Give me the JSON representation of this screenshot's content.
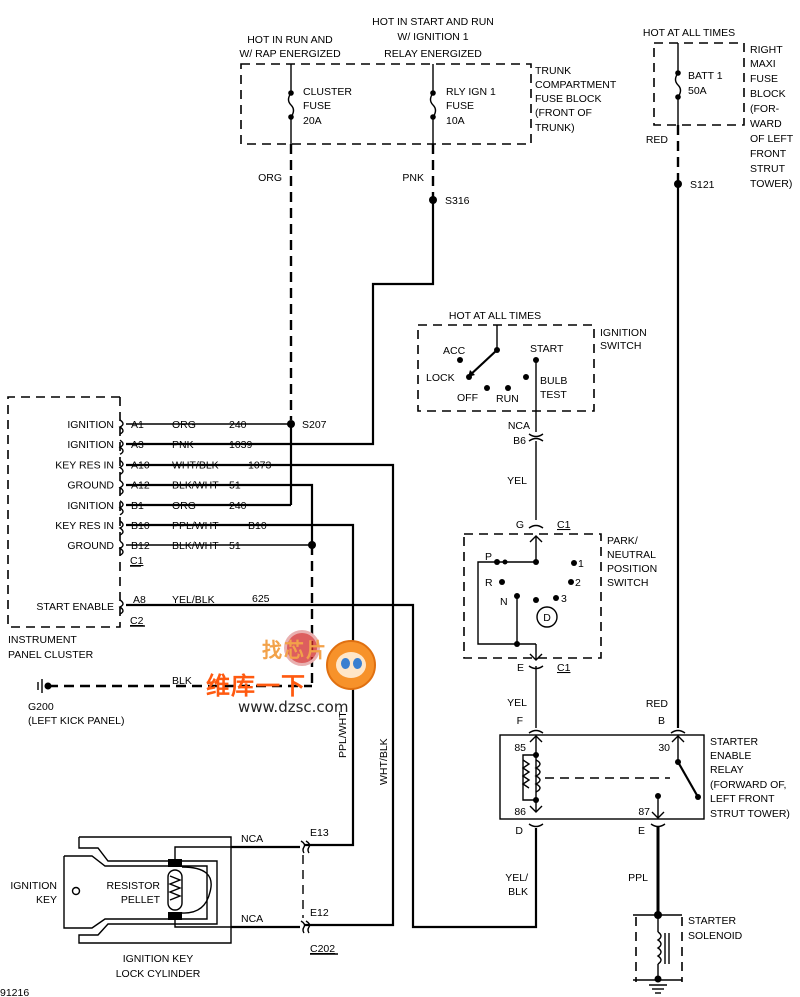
{
  "diagram": {
    "title": "Starter Enable / Ignition Key Resistor Circuit",
    "figure_id": "91216",
    "fuse_block_trunk": {
      "cluster_header": [
        "HOT IN RUN AND",
        "W/ RAP ENERGIZED"
      ],
      "rly_header": [
        "HOT IN START AND RUN",
        "W/ IGNITION 1",
        "RELAY  ENERGIZED"
      ],
      "cluster_fuse": [
        "CLUSTER",
        "FUSE",
        "20A"
      ],
      "rly_fuse": [
        "RLY IGN 1",
        "FUSE",
        "10A"
      ],
      "label": [
        "TRUNK",
        "COMPARTMENT",
        "FUSE BLOCK",
        "(FRONT OF",
        "TRUNK)"
      ]
    },
    "fuse_block_maxi": {
      "header": "HOT AT ALL TIMES",
      "fuse": [
        "BATT 1",
        "50A"
      ],
      "label": [
        "RIGHT",
        "MAXI",
        "FUSE",
        "BLOCK",
        "(FOR-",
        "WARD",
        "OF LEFT",
        "FRONT",
        "STRUT",
        "TOWER)"
      ]
    },
    "wire_colors": {
      "org": "ORG",
      "pnk": "PNK",
      "red": "RED",
      "yel": "YEL",
      "yel_blk": [
        "YEL/",
        "BLK"
      ],
      "ppl": "PPL",
      "blk": "BLK",
      "ppl_wht_vert": "PPL/WHT",
      "wht_blk_vert": "WHT/BLK",
      "red2": "RED",
      "yel2": "YEL"
    },
    "splices": {
      "s316": "S316",
      "s121": "S121",
      "s207": "S207"
    },
    "ignition_switch": {
      "header": "HOT AT ALL TIMES",
      "label": [
        "IGNITION",
        "SWITCH"
      ],
      "positions": {
        "acc": "ACC",
        "lock": "LOCK",
        "off": "OFF",
        "run": "RUN",
        "start": "START",
        "bulb_test": [
          "BULB",
          "TEST"
        ]
      },
      "nca": "NCA",
      "connector": "B6"
    },
    "instrument_panel_cluster": {
      "label": [
        "INSTRUMENT",
        "PANEL CLUSTER"
      ],
      "pins": [
        {
          "name": "IGNITION",
          "pin": "A1",
          "color": "ORG",
          "circuit": "240"
        },
        {
          "name": "IGNITION",
          "pin": "A3",
          "color": "PNK",
          "circuit": "1039"
        },
        {
          "name": "KEY RES IN",
          "pin": "A10",
          "color": "WHT/BLK",
          "circuit": "1073"
        },
        {
          "name": "GROUND",
          "pin": "A12",
          "color": "BLK/WHT",
          "circuit": "51"
        },
        {
          "name": "IGNITION",
          "pin": "B1",
          "color": "ORG",
          "circuit": "240"
        },
        {
          "name": "KEY RES IN",
          "pin": "B10",
          "color": "PPL/WHT",
          "circuit": "B10"
        },
        {
          "name": "GROUND",
          "pin": "B12",
          "color": "BLK/WHT",
          "circuit": "51"
        }
      ],
      "connector_c1": "C1",
      "start_enable": {
        "name": "START ENABLE",
        "pin": "A8",
        "color": "YEL/BLK",
        "circuit": "625"
      },
      "connector_c2": "C2"
    },
    "ground": {
      "label": [
        "G200",
        "(LEFT KICK PANEL)"
      ]
    },
    "pnp_switch": {
      "label": [
        "PARK/",
        "NEUTRAL",
        "POSITION",
        "SWITCH"
      ],
      "top_pin": "G",
      "bottom_pin": "E",
      "connector": "C1",
      "positions": {
        "p": "P",
        "r": "R",
        "n": "N",
        "d": "D",
        "one": "1",
        "two": "2",
        "three": "3"
      }
    },
    "starter_enable_relay": {
      "label": [
        "STARTER",
        "ENABLE",
        "RELAY",
        "(FORWARD OF,",
        "LEFT FRONT",
        "STRUT TOWER)"
      ],
      "pins": {
        "p85": "85",
        "p86": "86",
        "p30": "30",
        "p87": "87"
      },
      "connectors": {
        "f": "F",
        "d": "D",
        "b": "B",
        "e": "E"
      }
    },
    "starter_solenoid": {
      "label": [
        "STARTER",
        "SOLENOID"
      ]
    },
    "ignition_key": {
      "key_label": [
        "IGNITION",
        "KEY"
      ],
      "pellet_label": [
        "RESISTOR",
        "PELLET"
      ],
      "cylinder_label": [
        "IGNITION KEY",
        "LOCK CYLINDER"
      ],
      "nca_top": "NCA",
      "nca_bottom": "NCA",
      "e13": "E13",
      "e12": "E12",
      "connector": "C202"
    },
    "watermark": {
      "line1": "找芯片",
      "line2": "维库一下",
      "url": "www.dzsc.com"
    }
  }
}
